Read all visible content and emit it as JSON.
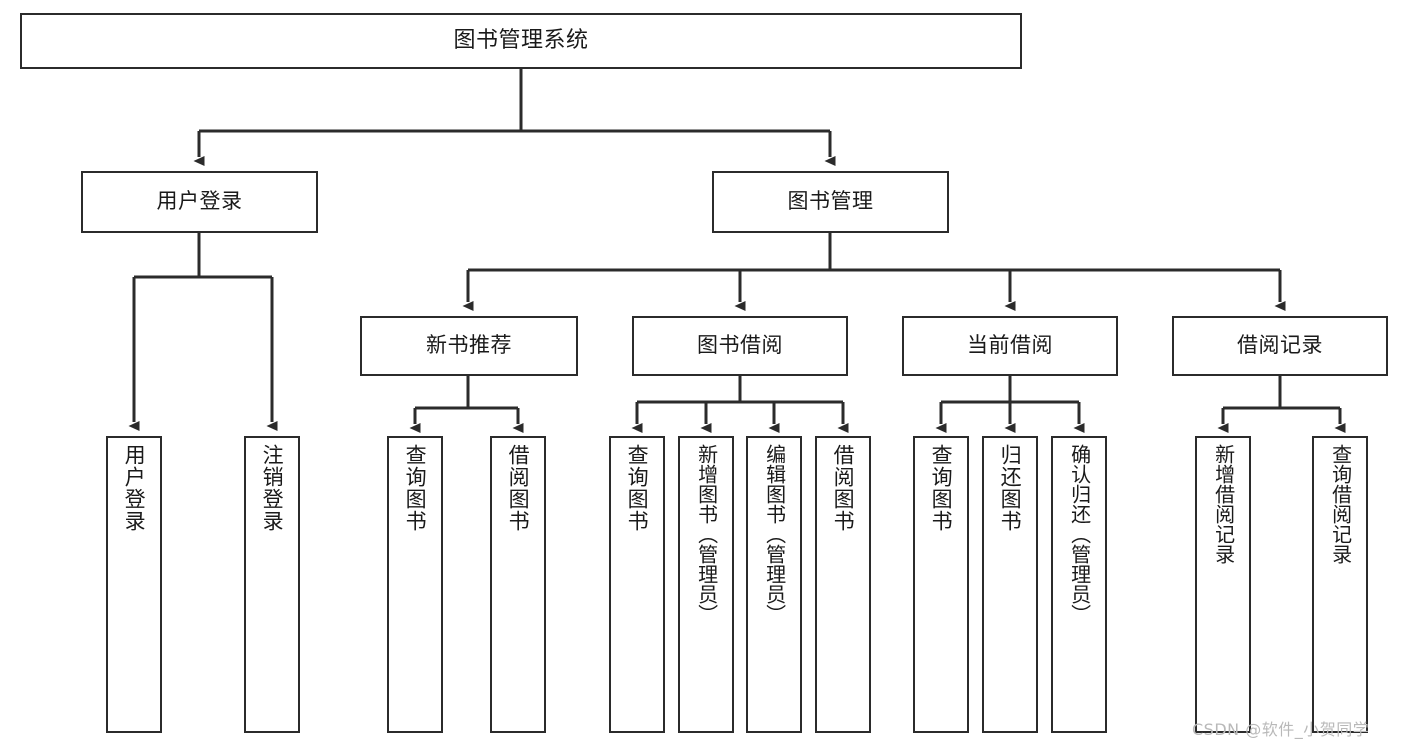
{
  "diagram": {
    "type": "hierarchy-tree",
    "title": "图书管理系统",
    "stroke_color": "#2b2b2b",
    "fill_color": "#ffffff",
    "background": "#ffffff"
  },
  "root": {
    "label": "图书管理系统"
  },
  "level2": [
    {
      "id": "user-login",
      "label": "用户登录"
    },
    {
      "id": "book-manage",
      "label": "图书管理"
    }
  ],
  "level3": [
    {
      "id": "new-book-recommend",
      "label": "新书推荐"
    },
    {
      "id": "book-borrow",
      "label": "图书借阅"
    },
    {
      "id": "current-borrow",
      "label": "当前借阅"
    },
    {
      "id": "borrow-record",
      "label": "借阅记录"
    }
  ],
  "leaves": {
    "user_login": [
      {
        "id": "leaf-user-login",
        "label": "用户登录"
      },
      {
        "id": "leaf-logout-login",
        "label": "注销登录"
      }
    ],
    "new_book_recommend": [
      {
        "id": "leaf-query-book-1",
        "label": "查询图书"
      },
      {
        "id": "leaf-borrow-book-1",
        "label": "借阅图书"
      }
    ],
    "book_borrow": [
      {
        "id": "leaf-query-book-2",
        "label": "查询图书"
      },
      {
        "id": "leaf-add-book",
        "label": "新增图书（管理员）"
      },
      {
        "id": "leaf-edit-book",
        "label": "编辑图书（管理员）"
      },
      {
        "id": "leaf-borrow-book-2",
        "label": "借阅图书"
      }
    ],
    "current_borrow": [
      {
        "id": "leaf-query-book-3",
        "label": "查询图书"
      },
      {
        "id": "leaf-return-book",
        "label": "归还图书"
      },
      {
        "id": "leaf-confirm-return",
        "label": "确认归还（管理员）"
      }
    ],
    "borrow_record": [
      {
        "id": "leaf-add-record",
        "label": "新增借阅记录"
      },
      {
        "id": "leaf-query-record",
        "label": "查询借阅记录"
      }
    ]
  },
  "watermark": {
    "text": "CSDN @软件_小贺同学"
  }
}
